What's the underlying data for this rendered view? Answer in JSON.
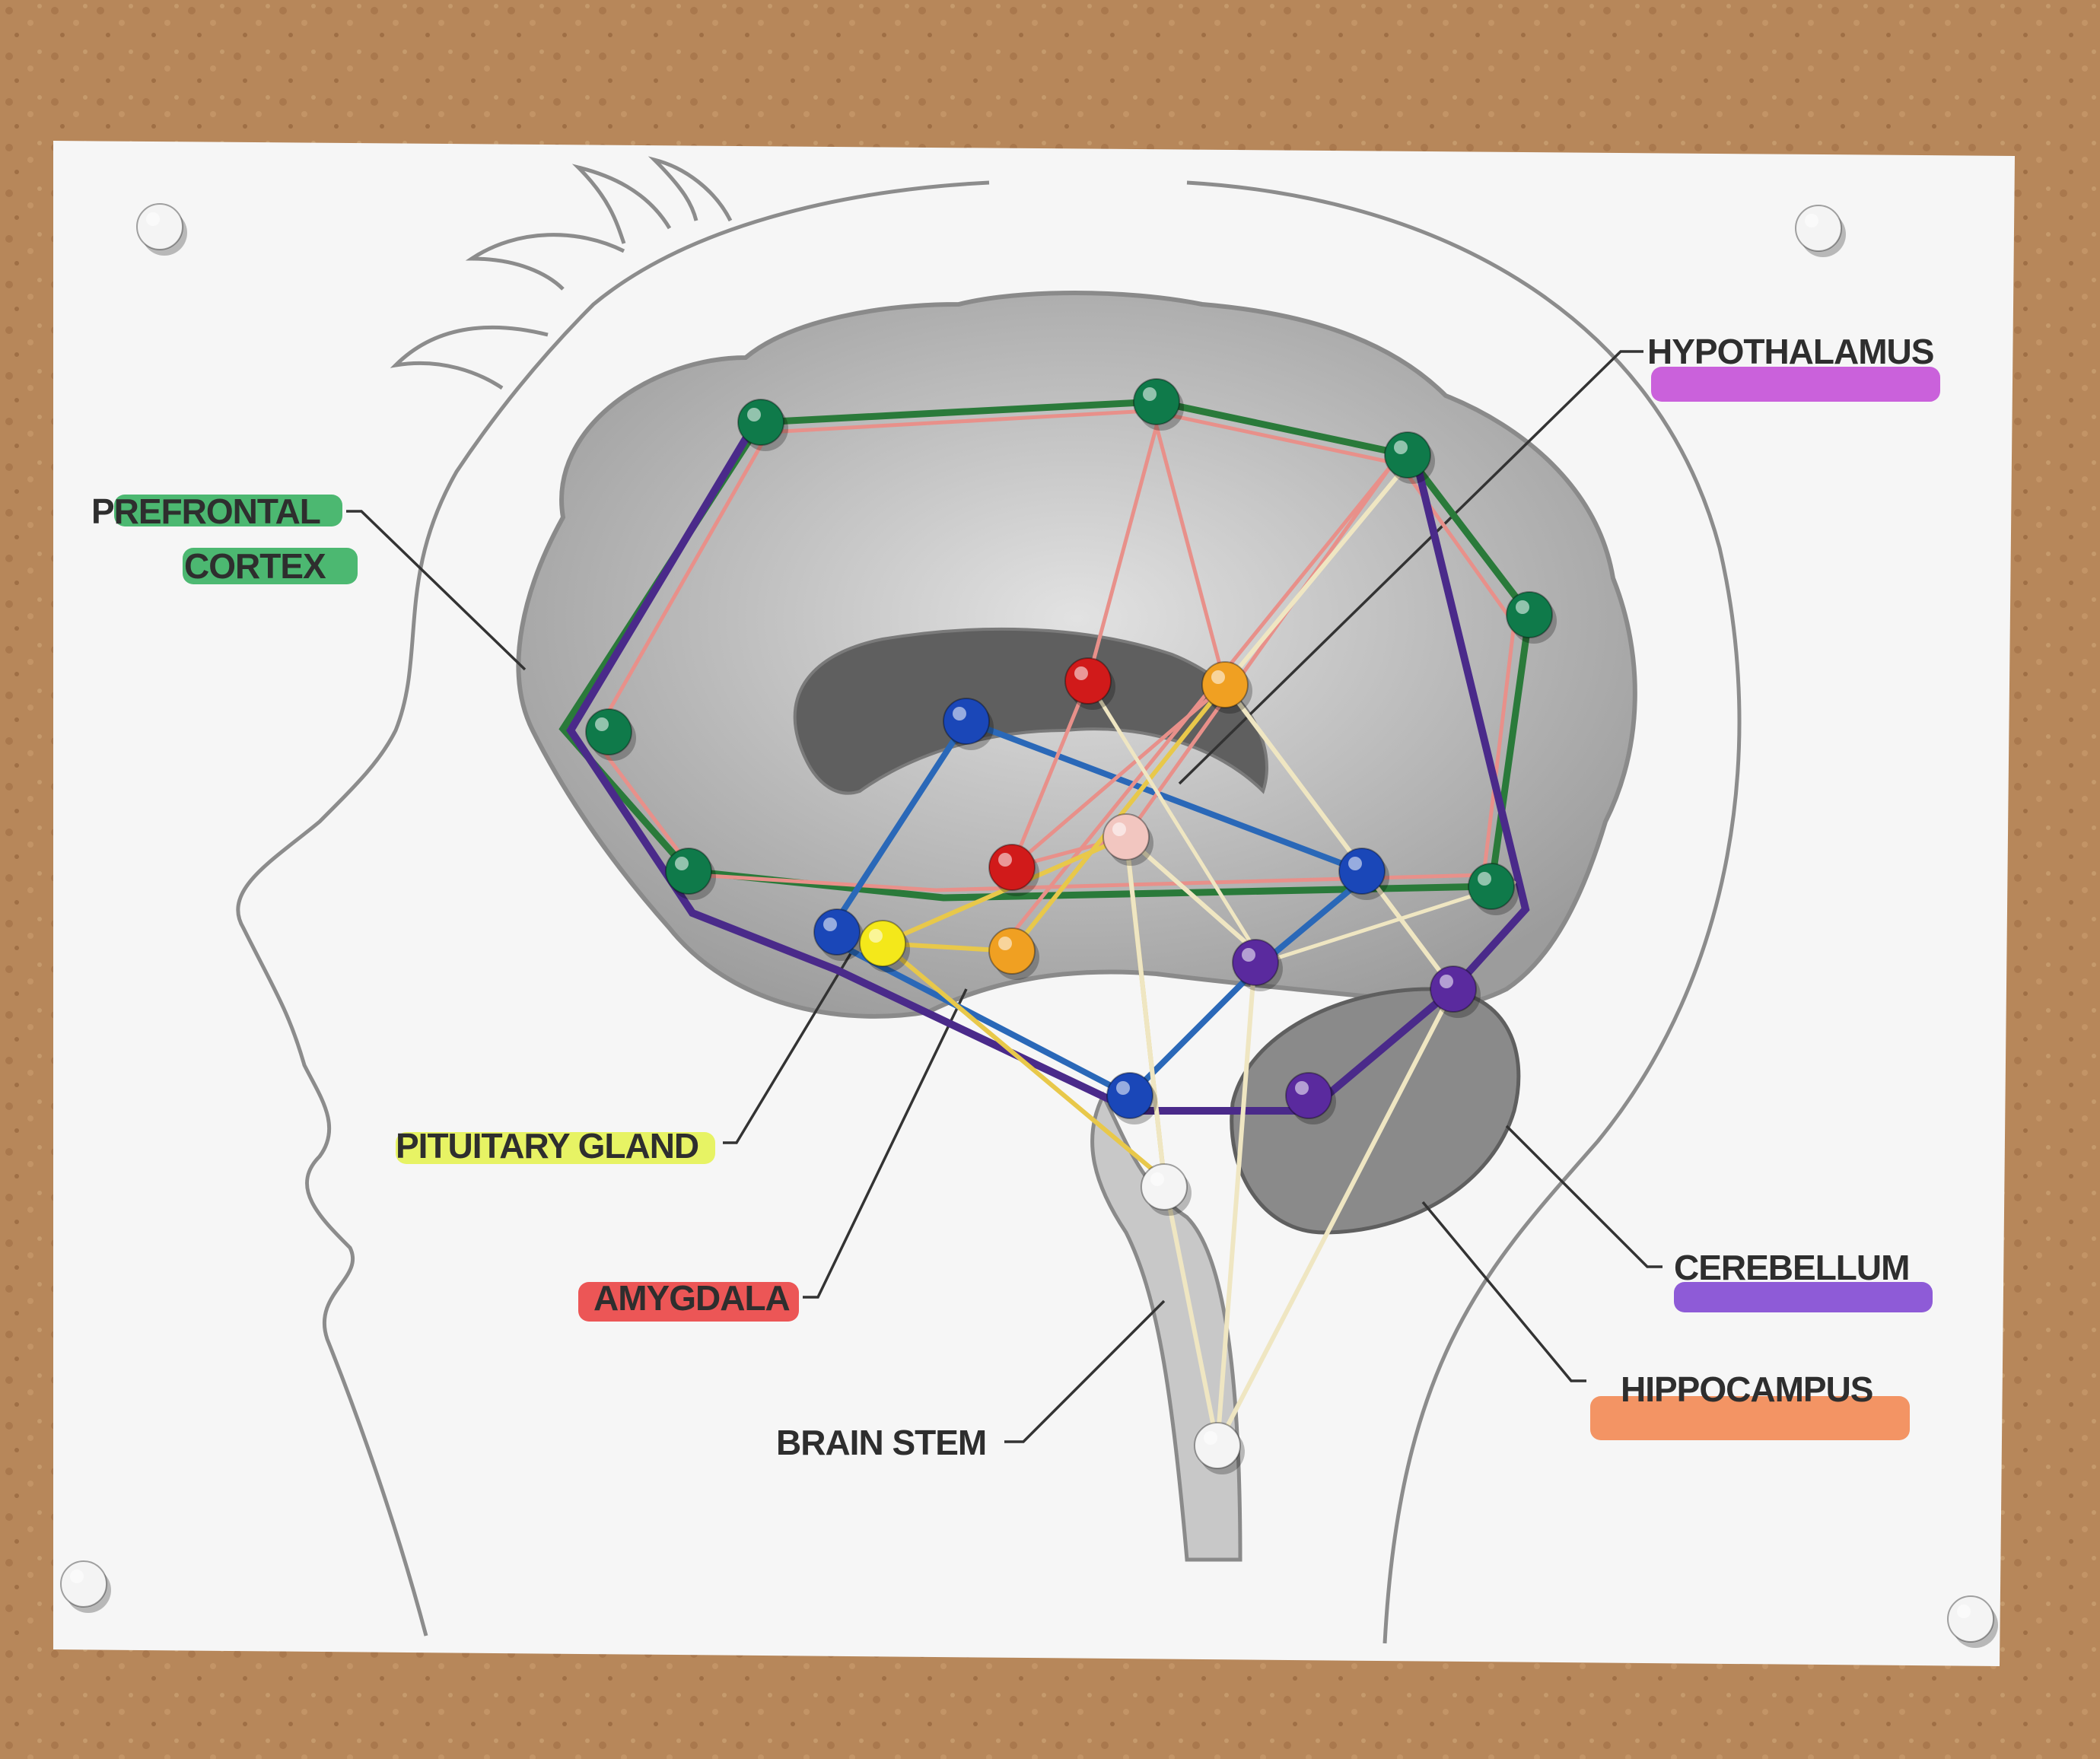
{
  "labels": {
    "prefrontal_line1": "PREFRONTAL",
    "prefrontal_line2": "CORTEX",
    "hypothalamus": "HYPOTHALAMUS",
    "pituitary": "PITUITARY GLAND",
    "amygdala": "AMYGDALA",
    "brain_stem": "BRAIN STEM",
    "cerebellum": "CEREBELLUM",
    "hippocampus": "HIPPOCAMPUS"
  },
  "highlight_colors": {
    "prefrontal": "#2fae5a",
    "hypothalamus": "#c247d6",
    "pituitary": "#e4f24a",
    "amygdala": "#ea3a3a",
    "cerebellum": "#7b3fd1",
    "hippocampus": "#f2834a"
  },
  "pin_colors": {
    "green": "#0f7a4a",
    "blue": "#1a47b8",
    "red": "#d11a1a",
    "orange": "#f0a022",
    "purple": "#5a2a9e",
    "yellow": "#f4e81a",
    "pink": "#f2c6c0",
    "white": "#f4f4f4"
  },
  "string_colors": {
    "green": "#2a7a3a",
    "pink": "#e8908a",
    "purple": "#4a2a8a",
    "blue": "#2a68b8",
    "yellow": "#e8c84a",
    "cream": "#efe6c2"
  },
  "background": {
    "cork": "#b7875a",
    "paper": "#f6f6f6",
    "brain": "#b5b5b5"
  }
}
